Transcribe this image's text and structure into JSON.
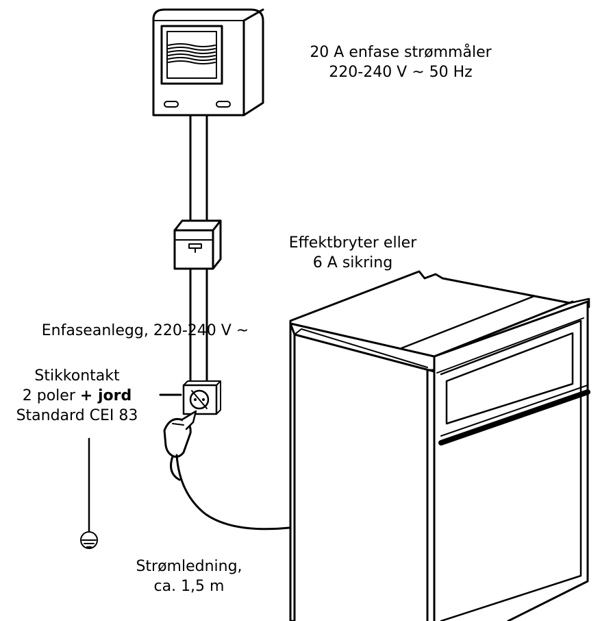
{
  "labels": {
    "meter": {
      "line1": "20 A enfase strømmåler",
      "line2": "220-240 V ~ 50 Hz"
    },
    "breaker": {
      "line1": "Effektbryter eller",
      "line2": "6 A sikring"
    },
    "installation": "Enfaseanlegg, 220-240 V ~",
    "socket": {
      "line1": "Stikkontakt",
      "line2_prefix": "2 poler",
      "line2_bold": "+ jord",
      "line3": "Standard CEI 83"
    },
    "cord": {
      "line1": "Strømledning,",
      "line2": "ca. 1,5 m"
    }
  },
  "icons": [
    "energy-meter-icon",
    "circuit-breaker-icon",
    "wall-socket-icon",
    "plug-icon",
    "ground-symbol-icon",
    "oven-icon"
  ],
  "colors": {
    "stroke": "#000000",
    "fill": "#ffffff"
  }
}
